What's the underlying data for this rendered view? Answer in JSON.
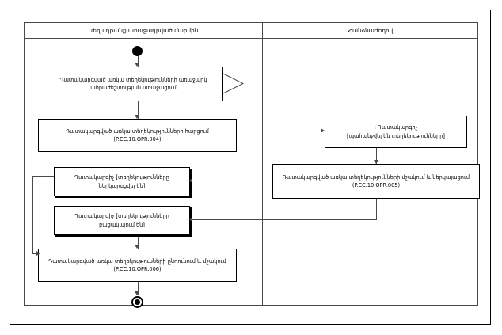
{
  "diagram": {
    "type": "uml-activity-diagram",
    "lanes": [
      {
        "id": "lane-left",
        "title": "Մեղադրանք առաջադրված մարմին"
      },
      {
        "id": "lane-right",
        "title": "Հանձնաժողով"
      }
    ],
    "nodes": [
      {
        "id": "initial",
        "kind": "initial-node",
        "lane": "lane-left",
        "label": ""
      },
      {
        "id": "action-request-info",
        "kind": "action",
        "lane": "lane-left",
        "line1": "Դատակարգված առկա տեղեկությունների առաջարկ",
        "line2": "ահրաժեշտության առաջացում"
      },
      {
        "id": "action-opr-004",
        "kind": "action",
        "lane": "lane-left",
        "line1": "Դատակարգված առկա տեղեկությունների հարցում",
        "line2": "(P.CC.10.OPR.004)"
      },
      {
        "id": "decision-info-required",
        "kind": "decision-state",
        "lane": "lane-right",
        "line1": ": Դատակարգիչ",
        "line2": "[պահանջվել են տեղեկություններր]"
      },
      {
        "id": "action-opr-005",
        "kind": "action",
        "lane": "lane-right",
        "line1": "Դատակարգված առկա տեղեկությունների մշակում և ներկայացում",
        "line2": "(P.CC.10.OPR.005)"
      },
      {
        "id": "state-info-presented",
        "kind": "object-state",
        "lane": "lane-left",
        "line1": "Դատակարգիչ [տեղեկությունները",
        "line2": "ներկայացվել են]"
      },
      {
        "id": "state-info-missing",
        "kind": "object-state",
        "lane": "lane-left",
        "line1": "Դատակարգիչ [տեղեկությունները",
        "line2": "բացակայում են]"
      },
      {
        "id": "action-opr-006",
        "kind": "action",
        "lane": "lane-left",
        "line1": "Դատակարգված առկա տեղեկությունների ընդունում և մշակում",
        "line2": "(P.CC.10.OPR.006)"
      },
      {
        "id": "final",
        "kind": "final-node",
        "lane": "lane-left",
        "label": ""
      }
    ],
    "colors": {
      "stroke": "#000000",
      "connector": "#4a4a4a",
      "fill": "#ffffff",
      "frame": "#000000"
    }
  }
}
